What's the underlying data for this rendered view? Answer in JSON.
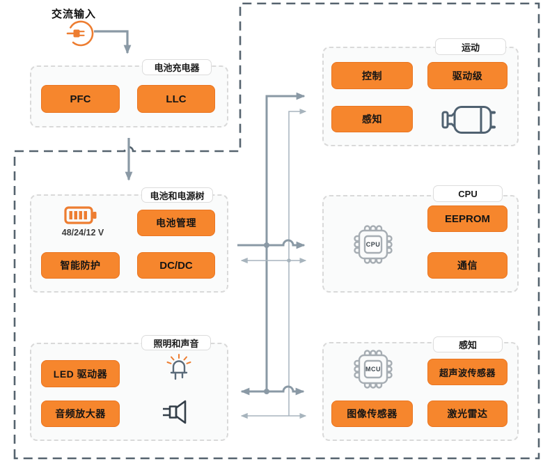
{
  "diagram_title": "交流输入",
  "colors": {
    "block_orange": "#f6862d",
    "icon_orange": "#ed7d31",
    "bus_thick": "#8a99a5",
    "bus_thin": "#a7b4bd",
    "outer_dash": "#55636e",
    "box_border": "#d9d9d9",
    "box_fill": "#fafbfb"
  },
  "charger": {
    "tab": "电池充电器",
    "blocks": {
      "pfc": "PFC",
      "llc": "LLC"
    }
  },
  "power": {
    "tab": "电池和电源树",
    "voltage": "48/24/12 V",
    "blocks": {
      "bms": "电池管理",
      "protect": "智能防护",
      "dcdc": "DC/DC"
    }
  },
  "lighting": {
    "tab": "照明和声音",
    "blocks": {
      "led": "LED 驱动器",
      "audio": "音频放大器"
    }
  },
  "motion": {
    "tab": "运动",
    "blocks": {
      "control": "控制",
      "drive": "驱动级",
      "sense": "感知"
    }
  },
  "cpu": {
    "tab": "CPU",
    "chip": "CPU",
    "blocks": {
      "eeprom": "EEPROM",
      "comm": "通信"
    }
  },
  "sensing": {
    "tab": "感知",
    "chip": "MCU",
    "blocks": {
      "ultrasonic": "超声波传感器",
      "image": "图像传感器",
      "lidar": "激光雷达"
    }
  }
}
